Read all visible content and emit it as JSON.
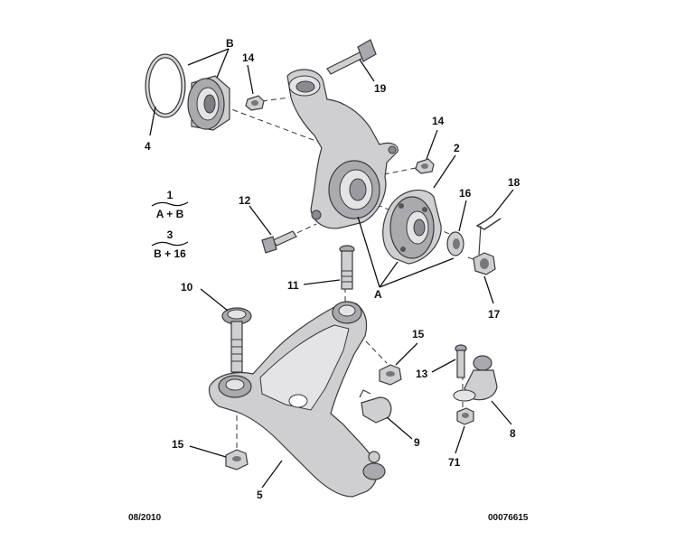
{
  "diagram": {
    "date": "08/2010",
    "ref": "00076615",
    "callouts": {
      "c_b": "B",
      "c_14a": "14",
      "c_19": "19",
      "c_4": "4",
      "c_14b": "14",
      "c_2": "2",
      "c_16": "16",
      "c_18": "18",
      "c_12": "12",
      "c_a": "A",
      "c_11": "11",
      "c_17": "17",
      "c_10": "10",
      "c_15a": "15",
      "c_13": "13",
      "c_8": "8",
      "c_9": "9",
      "c_15b": "15",
      "c_71": "71",
      "c_5": "5"
    },
    "legend": {
      "kit1_num": "1",
      "kit1_content": "A + B",
      "kit3_num": "3",
      "kit3_content": "B + 16"
    }
  }
}
